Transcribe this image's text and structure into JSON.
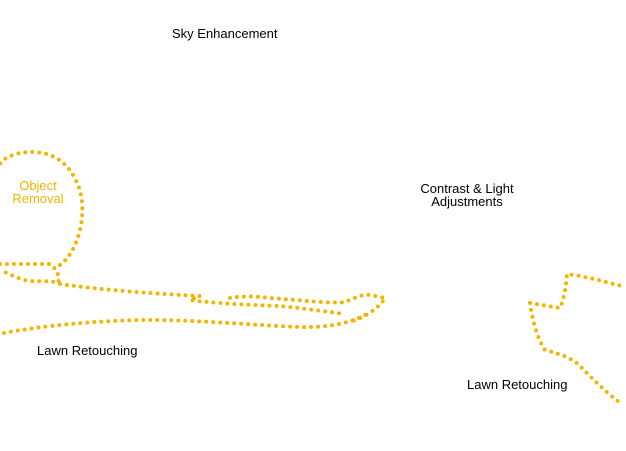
{
  "labels": {
    "sky": "Sky Enhancement",
    "object_line1": "Object",
    "object_line2": "Removal",
    "contrast_line1": "Contrast & Light",
    "contrast_line2": "Adjustments",
    "lawn_left": "Lawn Retouching",
    "lawn_right": "Lawn Retouching"
  },
  "colors": {
    "outline": "#f3b600",
    "object_label": "#f0b400",
    "text": "#000000",
    "background": "#ffffff"
  }
}
